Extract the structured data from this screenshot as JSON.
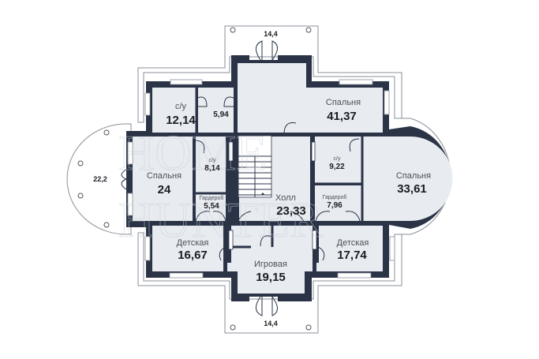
{
  "plan": {
    "colors": {
      "wall": "#2b3447",
      "room_fill": "#e8ecf1",
      "terrace_outline": "#8a8f98",
      "text": "#1a1d22"
    },
    "watermark": [
      "HOME",
      "HUNTER"
    ],
    "terraces": [
      {
        "id": "top",
        "area": "14,4"
      },
      {
        "id": "bottom",
        "area": "14,4"
      },
      {
        "id": "left",
        "area": "22,2"
      }
    ],
    "rooms": {
      "bath_nw": {
        "name": "с/у",
        "area": "12,14"
      },
      "closet_n": {
        "name": "",
        "area": "5,94"
      },
      "bedroom_n": {
        "name": "Спальня",
        "area": "41,37"
      },
      "bedroom_w": {
        "name": "Спальня",
        "area": "24"
      },
      "bath_w": {
        "name": "с/у",
        "area": "8,14"
      },
      "wardrobe_w": {
        "name": "Гардероб",
        "area": "5,54"
      },
      "hall": {
        "name": "Холл",
        "area": "23,33"
      },
      "bath_e": {
        "name": "с/у",
        "area": "9,22"
      },
      "wardrobe_e": {
        "name": "Гардероб",
        "area": "7,96"
      },
      "bedroom_e": {
        "name": "Спальня",
        "area": "33,61"
      },
      "kids_w": {
        "name": "Детская",
        "area": "16,67"
      },
      "playroom": {
        "name": "Игровая",
        "area": "19,15"
      },
      "kids_e": {
        "name": "Детская",
        "area": "17,74"
      }
    }
  }
}
